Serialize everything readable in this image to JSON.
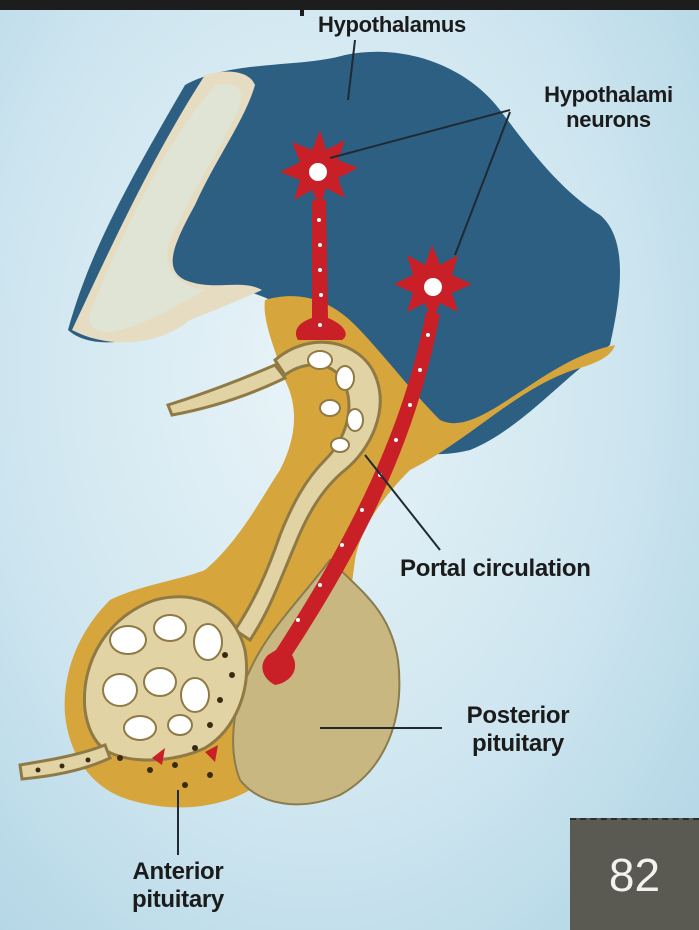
{
  "labels": {
    "hypothalamus": "Hypothalamus",
    "neurons_line1": "Hypothalami",
    "neurons_line2": "neurons",
    "portal": "Portal circulation",
    "posterior_line1": "Posterior",
    "posterior_line2": "pituitary",
    "anterior_line1": "Anterior",
    "anterior_line2": "pituitary"
  },
  "page_number": "82",
  "colors": {
    "hypothalamus_fill": "#2d5f83",
    "stalk_fill": "#d6a53c",
    "vessel_fill": "#e2d3a5",
    "posterior_fill": "#c9b782",
    "neuron_fill": "#c91f26",
    "background": "#cfe6f0"
  }
}
